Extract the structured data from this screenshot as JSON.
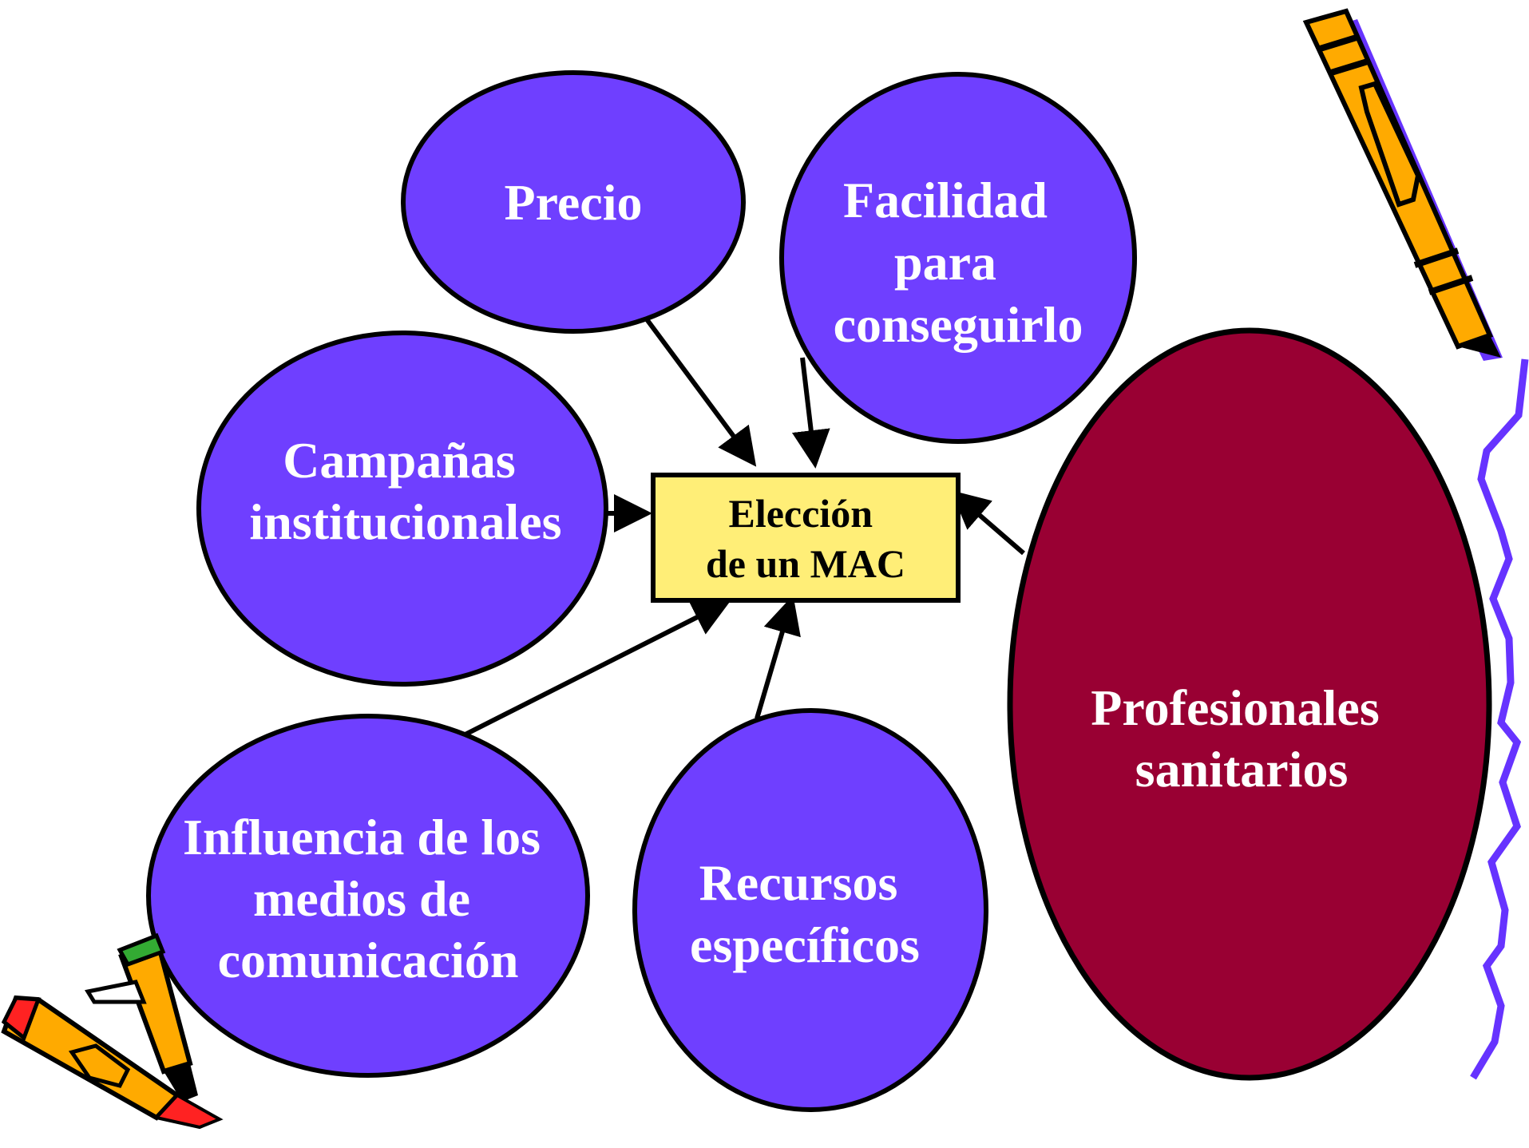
{
  "center": {
    "lines": [
      "Elección",
      "de un MAC"
    ]
  },
  "factors": {
    "precio": {
      "lines": [
        "Precio"
      ]
    },
    "facilidad": {
      "lines": [
        "Facilidad",
        "para",
        "conseguirlo"
      ]
    },
    "campanas": {
      "lines": [
        "Campañas",
        "institucionales"
      ]
    },
    "influencia": {
      "lines": [
        "Influencia de los",
        "medios de",
        "comunicación"
      ]
    },
    "recursos": {
      "lines": [
        "Recursos",
        "específicos"
      ]
    },
    "profesionales": {
      "lines": [
        "Profesionales",
        "sanitarios"
      ]
    }
  },
  "colors": {
    "bubble_fill": "#6f3fff",
    "highlight_fill": "#990033",
    "center_fill": "#ffee77",
    "outline": "#000000",
    "decor_purple": "#6633ff",
    "decor_orange": "#ffaa00"
  },
  "decorations": [
    "pencil-icon",
    "wavy-line",
    "crayons-icon"
  ]
}
